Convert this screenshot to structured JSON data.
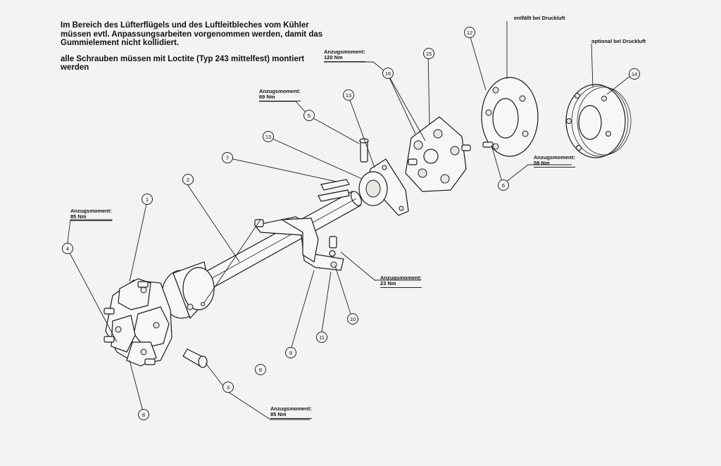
{
  "notes": {
    "line1": "Im Bereich des Lüfterflügels und des Luftleitbleches vom Kühler müssen evtl. Anpassungsarbeiten vorgenommen werden, damit das Gummielement nicht kollidiert.",
    "line2": "alle Schrauben müssen mit Loctite (Typ 243 mittelfest) montiert werden"
  },
  "torque_labels": {
    "t120": {
      "label": "Anzugsmoment:",
      "value": "120 Nm"
    },
    "t69": {
      "label": "Anzugsmoment:",
      "value": "69 Nm"
    },
    "t59": {
      "label": "Anzugsmoment:",
      "value": "59 Nm"
    },
    "t85a": {
      "label": "Anzugsmoment:",
      "value": "85 Nm"
    },
    "t23": {
      "label": "Anzugsmoment:",
      "value": "23 Nm"
    },
    "t85b": {
      "label": "Anzugsmoment:",
      "value": "85 Nm"
    }
  },
  "remarks": {
    "entfaellt": "entfällt bei Druckluft",
    "optional": "optional bei Druckluft"
  },
  "balloons": {
    "b1": "1",
    "b2": "2",
    "b3": "3",
    "b4": "4",
    "b5": "5",
    "b6": "6",
    "b7": "7",
    "b8a": "8",
    "b8b": "8",
    "b9": "9",
    "b10": "10",
    "b11": "11",
    "b12": "12",
    "b13a": "13",
    "b13b": "13",
    "b14": "14",
    "b15": "15",
    "b16": "16"
  }
}
